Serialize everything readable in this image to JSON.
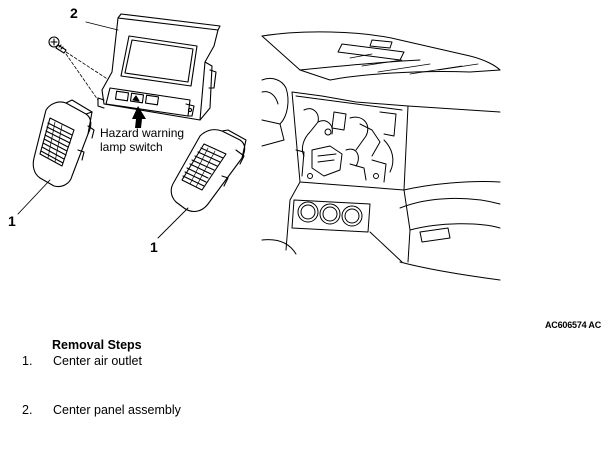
{
  "callouts": {
    "panel_number": "2",
    "outlet_left_number": "1",
    "outlet_right_number": "1"
  },
  "hazard_label": {
    "line1": "Hazard warning",
    "line2": "lamp switch"
  },
  "reference_code": "AC606574 AC",
  "removal": {
    "heading": "Removal Steps",
    "steps": [
      {
        "number": "1.",
        "text": "Center air outlet"
      },
      {
        "number": "2.",
        "text": "Center panel assembly"
      }
    ]
  }
}
